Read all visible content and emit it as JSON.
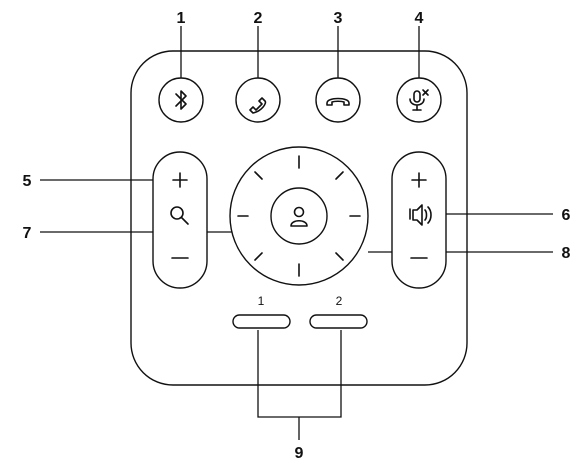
{
  "callouts": {
    "c1": "1",
    "c2": "2",
    "c3": "3",
    "c4": "4",
    "c5": "5",
    "c6": "6",
    "c7": "7",
    "c8": "8",
    "c9": "9"
  },
  "presets": {
    "p1": "1",
    "p2": "2"
  },
  "icons": [
    "bluetooth-icon",
    "call-answer-icon",
    "call-end-icon",
    "mic-mute-icon",
    "zoom-in-icon",
    "magnifier-icon",
    "zoom-out-icon",
    "volume-up-icon",
    "speaker-icon",
    "volume-down-icon",
    "home-person-icon"
  ]
}
